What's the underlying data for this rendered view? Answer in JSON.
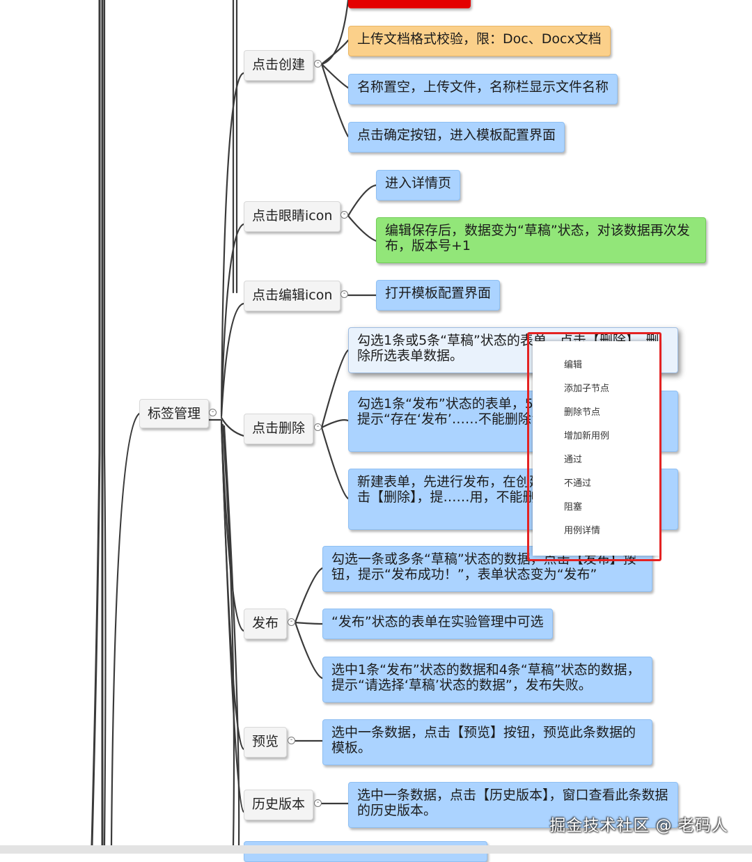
{
  "root": {
    "label": "标签管理"
  },
  "branches": {
    "create": {
      "label": "点击创建"
    },
    "eye": {
      "label": "点击眼睛icon"
    },
    "edit": {
      "label": "点击编辑icon"
    },
    "delete": {
      "label": "点击删除"
    },
    "publish": {
      "label": "发布"
    },
    "preview": {
      "label": "预览"
    },
    "history": {
      "label": "历史版本"
    }
  },
  "leaves": {
    "create_1": "上传文档格式校验，限：Doc、Docx文档",
    "create_2": "名称置空，上传文件，名称栏显示文件名称",
    "create_3": "点击确定按钮，进入模板配置界面",
    "eye_1": "进入详情页",
    "eye_2": "编辑保存后，数据变为“草稿”状态，对该数据再次发布，版本号+1",
    "edit_1": "打开模板配置界面",
    "delete_1": "勾选1条或5条“草稿”状态的表单，点击【删除】，删除所选表单数据。",
    "delete_2": "勾选1条“发布”状态的表单，5条……点击【删除】，提示“存在‘发布’……不能删除”，删除失败。",
    "delete_3": "新建表单，先进行发布，在创建……版，选中数据点击【删除】，提……用，不能删除”。",
    "publish_1": "勾选一条或多条“草稿”状态的数据，点击【发布】按钮，提示“发布成功！”，表单状态变为“发布”",
    "publish_2": "“发布”状态的表单在实验管理中可选",
    "publish_3": "选中1条“发布”状态的数据和4条“草稿”状态的数据，提示“请选择‘草稿’状态的数据”，发布失败。",
    "preview_1": "选中一条数据，点击【预览】按钮，预览此条数据的模板。",
    "history_1": "选中一条数据，点击【历史版本】，窗口查看此条数据的历史版本。"
  },
  "context_menu": {
    "items": [
      "编辑",
      "添加子节点",
      "删除节点",
      "增加新用例",
      "通过",
      "不通过",
      "阻塞",
      "用例详情"
    ]
  },
  "watermark": "掘金技术社区 @ 老码人",
  "colors": {
    "blue_node": "#abd3ff",
    "orange_node": "#fbd08a",
    "green_node": "#92e679",
    "red_node": "#e40000",
    "highlight": "#e42222"
  }
}
